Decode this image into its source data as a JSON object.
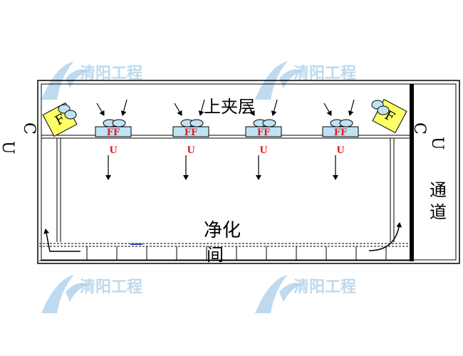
{
  "watermark": {
    "text": "清阳工程",
    "color": "#a9cde8"
  },
  "labels": {
    "ceiling_plenum": "上夹层",
    "clean_room_line1": "净化",
    "clean_room_line2": "间",
    "corridor_line1": "通",
    "corridor_line2": "道"
  },
  "ffu": {
    "top_text": "FF",
    "bottom_text": "U",
    "text_color": "#e02020",
    "box_color": "#bfe3f5"
  },
  "fcu_left": {
    "box_text": "F",
    "side_letters": [
      "C",
      "U"
    ],
    "box_color": "#ffff66"
  },
  "fcu_right": {
    "box_text": "F",
    "side_letters": [
      "C",
      "U"
    ],
    "box_color": "#ffff66"
  },
  "colors": {
    "wall": "#000000",
    "duct": "#000000",
    "floor_accent": "#2a3fbf"
  }
}
